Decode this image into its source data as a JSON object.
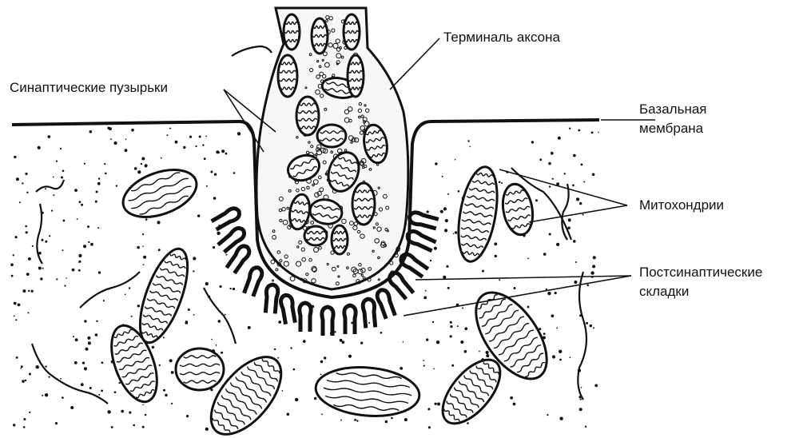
{
  "labels": {
    "synaptic_vesicles": "Синаптические пузырьки",
    "axon_terminal": "Терминаль аксона",
    "basal_membrane_1": "Базальная",
    "basal_membrane_2": "мембрана",
    "mitochondria": "Митохондрии",
    "postsynaptic_folds_1": "Постсинаптические",
    "postsynaptic_folds_2": "складки"
  },
  "colors": {
    "ink": "#111111",
    "background": "#ffffff",
    "terminal_fill": "#f7f7f7"
  }
}
